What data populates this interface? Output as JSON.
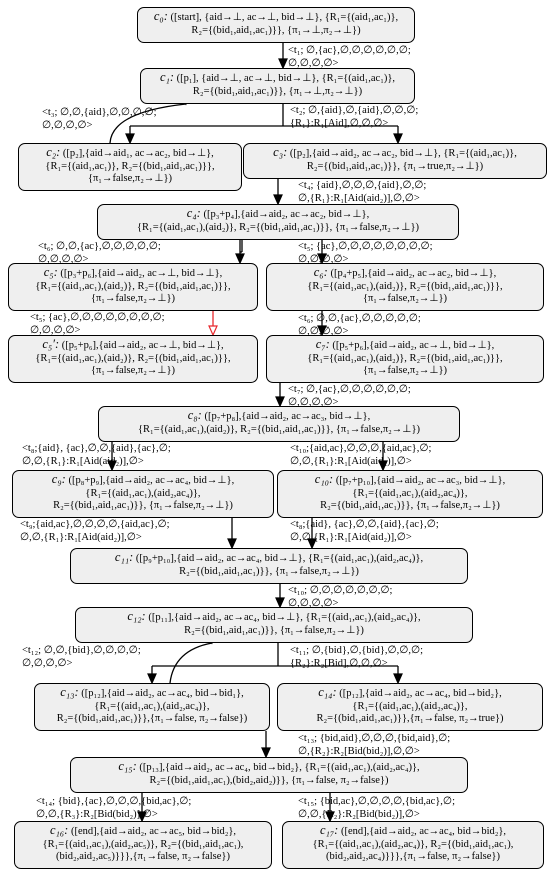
{
  "nodes": {
    "c0": {
      "name": "c₀:",
      "lines": [
        "([start], {aid→⊥,  ac→⊥,  bid→⊥}, {R₁={(aid₁,ac₁)},",
        "R₂={(bid₁,aid₁,ac₁)}}, {π₁→⊥,π₂→⊥})"
      ]
    },
    "c1": {
      "name": "c₁:",
      "lines": [
        "([p₁],  {aid→⊥,  ac→⊥,  bid→⊥},  {R₁={(aid₁,ac₁)},",
        "R₂={(bid₁,aid₁,ac₁)}}, {π₁→⊥,π₂→⊥})"
      ]
    },
    "c2": {
      "name": "c₂:",
      "lines": [
        "([p₂],{aid→aid₁, ac→ac₂, bid→⊥},",
        "{R₁={(aid₁,ac₁)}, R₂={(bid₁,aid₁,ac₁)}},",
        "{π₁→false,π₂→⊥})"
      ]
    },
    "c3": {
      "name": "c₃:",
      "lines": [
        "([p₂],{aid→aid₂, ac→ac₂, bid→⊥}, {R₁={(aid₁,ac₁)},",
        "R₂={(bid₁,aid₁,ac₁)}}, {π₁→true,π₂→⊥})"
      ]
    },
    "c4": {
      "name": "c₄:",
      "lines": [
        "([p₃+p₄],{aid→aid₂,  ac→ac₂, bid→⊥},",
        "{R₁={(aid₁,ac₁),(aid₂)}, R₂={(bid₁,aid₁,ac₁)}}, {π₁→false,π₂→⊥})"
      ]
    },
    "c5": {
      "name": "c₅:",
      "lines": [
        "([p₃+p₆],{aid→aid₂, ac→⊥, bid→⊥},",
        "{R₁={(aid₁,ac₁),(aid₂)}, R₂={(bid₁,aid₁,ac₁)}},",
        "{π₁→false,π₂→⊥})"
      ]
    },
    "c6": {
      "name": "c₆:",
      "lines": [
        "([p₄+p₅],{aid→aid₂, ac→ac₂, bid→⊥},",
        "{R₁={(aid₁,ac₁),(aid₂)}, R₂={(bid₁,aid₁,ac₁)}},",
        "{π₁→false,π₂→⊥})"
      ]
    },
    "c5p": {
      "name": "c₅′:",
      "lines": [
        "([p₅+p₆],{aid→aid₂, ac→⊥, bid→⊥},",
        "{R₁={(aid₁,ac₁),(aid₂)}, R₂={(bid₁,aid₁,ac₁)}},",
        "{π₁→false,π₂→⊥})"
      ]
    },
    "c7": {
      "name": "c₇:",
      "lines": [
        "([p₅+p₆],{aid→aid₂, ac→⊥, bid→⊥},",
        "{R₁={(aid₁,ac₁),(aid₂)}, R₂={(bid₁,aid₁,ac₁)}},",
        "{π₁→false,π₂→⊥})"
      ]
    },
    "c8": {
      "name": "c₈:",
      "lines": [
        "([p₇+p₈],{aid→aid₂,  ac→ac₃, bid→⊥},",
        "{R₁={(aid₁,ac₁),(aid₂)}, R₂={(bid₁,aid₁,ac₁)}}, {π₁→false,π₂→⊥})"
      ]
    },
    "c9": {
      "name": "c₉:",
      "lines": [
        "([p₈+p₉],{aid→aid₂,  ac→ac₄, bid→⊥},",
        "{R₁={(aid₁,ac₁),(aid₂,ac₄)},",
        "R₂={(bid₁,aid₁,ac₁)}}, {π₁→false,π₂→⊥})"
      ]
    },
    "c10": {
      "name": "c₁₀:",
      "lines": [
        "([p₇+p₁₀],{aid→aid₂, ac→ac₃, bid→⊥},",
        "{R₁={(aid₁,ac₁),(aid₂,ac₄)},",
        "R₂={(bid₁,aid₁,ac₁)}}, {π₁→false,π₂→⊥})"
      ]
    },
    "c11": {
      "name": "c₁₁:",
      "lines": [
        "([p₉+p₁₀],{aid→aid₂,  ac→ac₄, bid→⊥}, {R₁={(aid₁,ac₁),(aid₂,ac₄)},",
        "R₂={(bid₁,aid₁,ac₁)}}, {π₁→false,π₂→⊥})"
      ]
    },
    "c12": {
      "name": "c₁₂:",
      "lines": [
        "([p₁₁],{aid→aid₂,  ac→ac₄, bid→⊥}, {R₁={(aid₁,ac₁),(aid₂,ac₄)},",
        "R₂={(bid₁,aid₁,ac₁)}}, {π₁→false,π₂→⊥})"
      ]
    },
    "c13": {
      "name": "c₁₃:",
      "lines": [
        "([p₁₂],{aid→aid₂, ac→ac₄, bid→bid₁},",
        "{R₁={(aid₁,ac₁),(aid₂,ac₄)},",
        "R₂={(bid₁,aid₁,ac₁)}},{π₁→false, π₂→false})"
      ]
    },
    "c14": {
      "name": "c₁₄:",
      "lines": [
        "([p₁₂],{aid→aid₂, ac→ac₄, bid→bid₂},",
        "{R₁={(aid₁,ac₁),(aid₂,ac₄)},",
        "R₂={(bid₁,aid₁,ac₁)}},{π₁→false, π₂→true})"
      ]
    },
    "c15": {
      "name": "c₁₅:",
      "lines": [
        "([p₁₃],{aid→aid₂,  ac→ac₄, bid→bid₂}, {R₁={(aid₁,ac₁),(aid₂,ac₄)},",
        "R₂={(bid₁,aid₁,ac₁),(bid₂,aid₂)}}, {π₁→false, π₂→false})"
      ]
    },
    "c16": {
      "name": "c₁₆:",
      "lines": [
        "([end],{aid→aid₂, ac→ac₅, bid→bid₂},",
        "{R₁={(aid₁,ac₁),(aid₂,ac₅)}, R₂={(bid₁,aid₁,ac₁),",
        "(bid₂,aid₂,ac₅)}}},{π₁→false, π₂→false})"
      ]
    },
    "c17": {
      "name": "c₁₇:",
      "lines": [
        "([end],{aid→aid₂, ac→ac₄, bid→bid₂},",
        "{R₁={(aid₁,ac₁),(aid₂,ac₄)}, R₂={(bid₁,aid₁,ac₁),",
        "(bid₂,aid₂,ac₄)}}},{π₁→false, π₂→false})"
      ]
    }
  },
  "edges": {
    "t1": [
      "<t₁; ∅,{ac},∅,∅,∅,∅,∅,∅;",
      "∅,∅,∅,∅>"
    ],
    "t2": [
      "<t₂; ∅,{aid},∅,{aid},∅,∅,∅;",
      "{R₁}:R₁[Aid],∅,∅,∅>"
    ],
    "t3": [
      "<t₃; ∅,∅,{aid},∅,∅,∅,∅;",
      "∅,∅,∅,∅>"
    ],
    "t4": [
      "<t₄; {aid},∅,∅,∅,{aid},∅,∅;",
      "∅,{R₁}:R₁[Aid(aid₂)],∅,∅>"
    ],
    "t6a": [
      "<t₆; ∅,∅,{ac},∅,∅,∅,∅,∅;",
      "∅,∅,∅,∅>"
    ],
    "t5a": [
      "<t₅; {ac},∅,∅,∅,∅,∅,∅,∅,∅;",
      "∅,∅,∅,∅>"
    ],
    "t5b": [
      "<t₅; {ac},∅,∅,∅,∅,∅,∅,∅,∅;",
      "∅,∅,∅,∅>"
    ],
    "t6b": [
      "<t₆; ∅,∅,{ac},∅,∅,∅,∅,∅;",
      "∅,∅,∅,∅>"
    ],
    "t7": [
      "<t₇; ∅,{ac},∅,∅,∅,∅,∅,∅;",
      "∅,∅,∅,∅>"
    ],
    "t8a": [
      "<t₈;{aid}, {ac},∅,∅,{aid},{ac},∅;",
      "∅,∅,{R₁}:R₁[Aid(aid₂)],∅>"
    ],
    "t10a": [
      "<t₁₀;{aid,ac},∅,∅,∅,{aid,ac},∅;",
      "∅,∅,{R₁}:R₁[Aid(aid₂)],∅>"
    ],
    "t9": [
      "<t₉;{aid,ac},∅,∅,∅,∅,{aid,ac},∅;",
      "∅,∅,{R₁}:R₁[Aid(aid₂)],∅>"
    ],
    "t8b": [
      "<t₈;{aid}, {ac},∅,∅,{aid},{ac},∅;",
      "∅,∅,{R₁}:R₁[Aid(aid₂)],∅>"
    ],
    "t10b": [
      "<t₁₀; ∅,∅,∅,∅,∅,∅,∅;",
      "∅,∅,∅,∅>"
    ],
    "t12": [
      "<t₁₂; ∅,∅,{bid},∅,∅,∅,∅;",
      "∅,∅,∅,∅>"
    ],
    "t11": [
      "<t₁₁; ∅,{bid},∅,{bid},∅,∅,∅;",
      "{R₂}:R₂[Bid],∅,∅,∅>"
    ],
    "t13": [
      "<t₁₃; {bid,aid},∅,∅,∅,{bid,aid},∅;",
      "∅,{R₂}:R₂[Bid(bid₂)],∅,∅>"
    ],
    "t14": [
      "<t₁₄; {bid},{ac},∅,∅,∅,{bid,ac},∅;",
      "∅,∅,{R₃}:R₂[Bid(bid₂)],∅>"
    ],
    "t15": [
      "<t₁₅; {bid,ac},∅,∅,∅,∅,{bid,ac},∅;",
      "∅,∅,{R₂}:R₂[Bid(bid₂)],∅>"
    ]
  }
}
